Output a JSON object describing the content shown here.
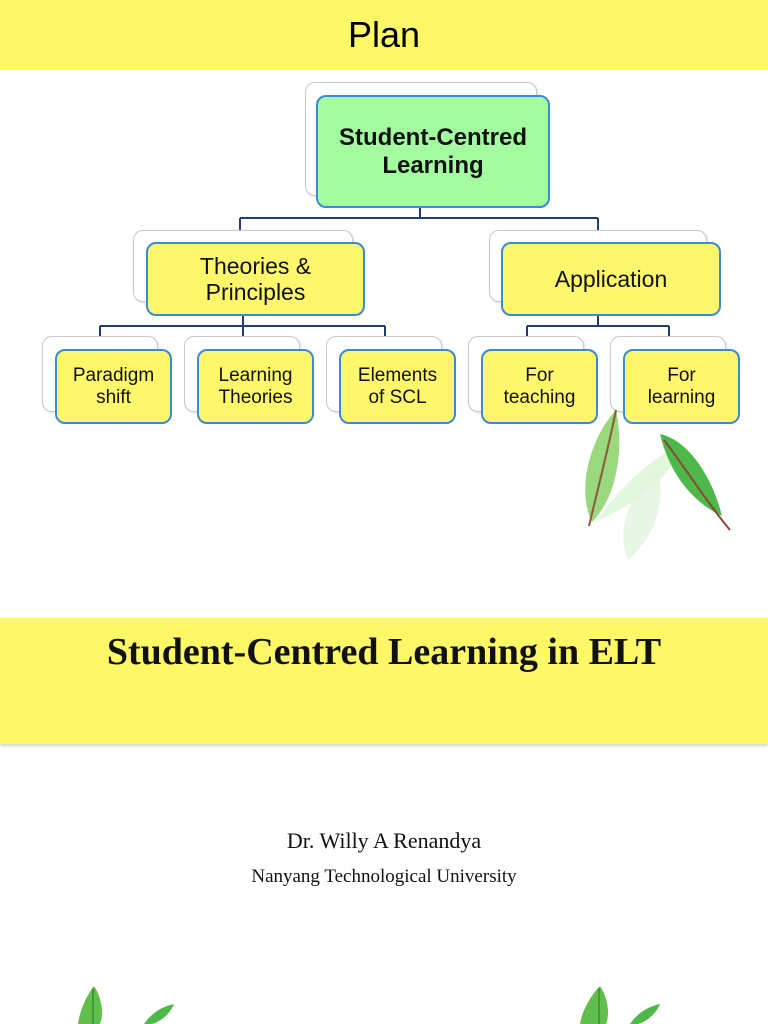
{
  "slide1": {
    "title": "Plan",
    "nodes": {
      "root": "Student-Centred Learning",
      "theories": "Theories & Principles",
      "application": "Application",
      "paradigm": "Paradigm shift",
      "learning_theories": "Learning Theories",
      "elements": "Elements of SCL",
      "for_teaching": "For teaching",
      "for_learning": "For learning"
    }
  },
  "slide2": {
    "title": "Student-Centred Learning in ELT",
    "author": "Dr. Willy A Renandya",
    "affiliation": "Nanyang Technological University"
  },
  "colors": {
    "band": "#fff866",
    "root_fill": "#a4fca1",
    "node_fill": "#fff76b",
    "node_border": "#3a8ad9",
    "connector": "#1f3f73",
    "leaf_green": "#5fbf4a"
  },
  "icons": [
    "leaf-cluster-icon"
  ]
}
